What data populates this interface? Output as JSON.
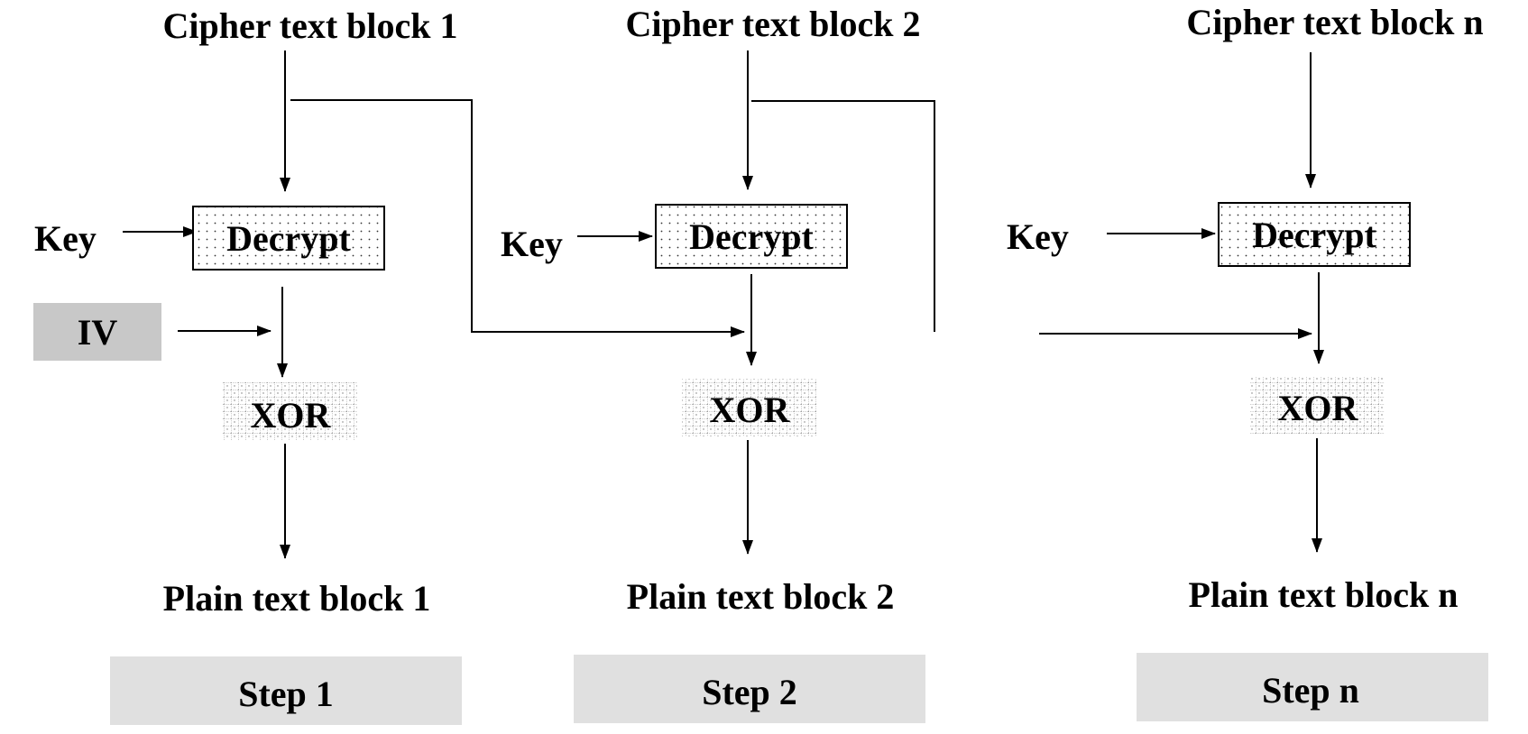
{
  "steps": [
    {
      "cipher_label": "Cipher text block 1",
      "key_label": "Key",
      "decrypt_label": "Decrypt",
      "xor_label": "XOR",
      "plain_label": "Plain text block 1",
      "step_label": "Step 1"
    },
    {
      "cipher_label": "Cipher text block 2",
      "key_label": "Key",
      "decrypt_label": "Decrypt",
      "xor_label": "XOR",
      "plain_label": "Plain text block 2",
      "step_label": "Step 2"
    },
    {
      "cipher_label": "Cipher text block n",
      "key_label": "Key",
      "decrypt_label": "Decrypt",
      "xor_label": "XOR",
      "plain_label": "Plain text block n",
      "step_label": "Step n"
    }
  ],
  "iv_label": "IV",
  "colors": {
    "iv_box": "#c8c8c8",
    "step_box": "#e0e0e0",
    "line": "#000000"
  }
}
